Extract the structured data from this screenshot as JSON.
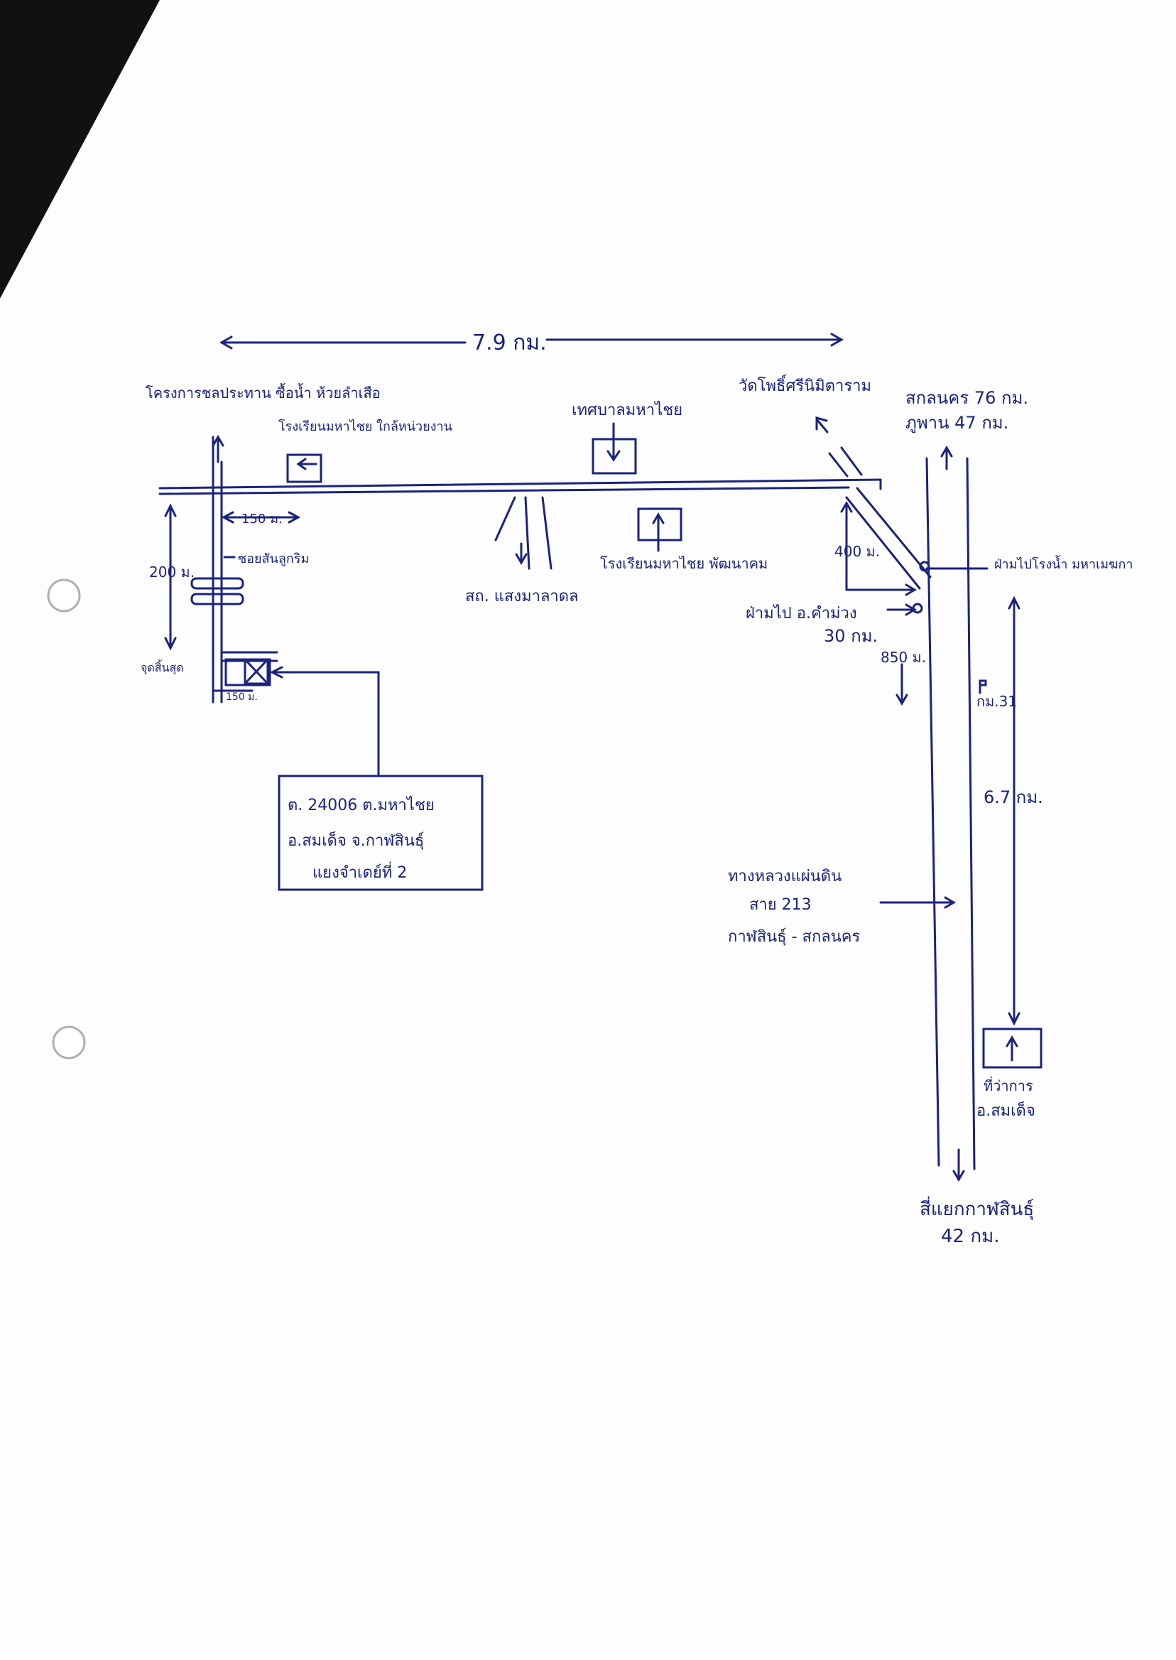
{
  "map": {
    "labels": {
      "top_distance": "7.9 กม.",
      "top_left_place": "โครงการชลประทาน ซื้อน้ำ ห้วยลำเสือ",
      "school_upper_left": "โรงเรียนมหาไชย ใกล้หน่วยงาน",
      "municipality": "เทศบาลมหาไชย",
      "temple": "วัดโพธิ์ศรีนิมิตาราม",
      "sakon": "สกลนคร 76 กม.",
      "phu_phan": "ภูพาน 47 กม.",
      "dist_150_top": "150 ม.",
      "soi": "ซอยสันลูกริม",
      "dist_200": "200 ม.",
      "end_point": "จุดสิ้นสุด",
      "dist_150_bottom": "150 ม.",
      "health_center": "สถ. แสงมาลาดล",
      "school_right": "โรงเรียนมหาไชย พัฒนาคม",
      "dist_400": "400 ม.",
      "right_to_khammuang": "ฝ่ามไป อ.คำม่วง",
      "dist_30km": "30 กม.",
      "dist_850": "850 ม.",
      "right_to_side": "ฝ่ามไปโรงน้ำ มหาเมฆกา",
      "km_marker": "กม.31",
      "dist_6_7": "6.7 กม.",
      "highway_1": "ทางหลวงแผ่นดิน",
      "highway_2": "สาย 213",
      "highway_3": "กาฬสินธุ์ - สกลนคร",
      "district_office_1": "ที่ว่าการ",
      "district_office_2": "อ.สมเด็จ",
      "kalasin_1": "สี่แยกกาฬสินธุ์",
      "kalasin_2": "42 กม."
    },
    "location_box": {
      "line1": "ต. 24006 ต.มหาไชย",
      "line2": "อ.สมเด็จ จ.กาฬสินธุ์",
      "line3": "แยงจำเดย์ที่ 2"
    }
  },
  "colors": {
    "ink": "#1a237e",
    "paper": "#fdfdfd",
    "scan_dark": "#111111"
  }
}
